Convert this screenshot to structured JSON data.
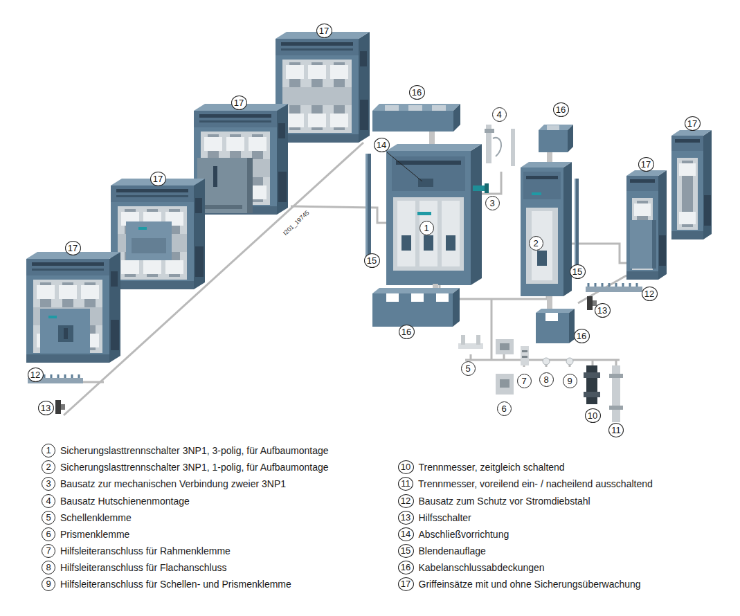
{
  "diagram": {
    "nodes": [
      {
        "text": [
          "17"
        ]
      },
      {
        "text": [
          "16"
        ]
      },
      {
        "text": [
          "17"
        ]
      },
      {
        "text": [
          "4"
        ]
      },
      {
        "text": [
          "16"
        ]
      },
      {
        "text": [
          "17"
        ]
      },
      {
        "text": [
          "14"
        ]
      },
      {
        "text": [
          "17"
        ]
      },
      {
        "text": [
          "17"
        ]
      },
      {
        "text": [
          "3"
        ]
      },
      {
        "text": [
          "1"
        ]
      },
      {
        "text": [
          "2"
        ]
      },
      {
        "text": [
          "17"
        ]
      },
      {
        "text": [
          "15"
        ]
      },
      {
        "text": [
          "15"
        ]
      },
      {
        "text": [
          "12"
        ]
      },
      {
        "text": [
          "13"
        ]
      },
      {
        "text": [
          "16"
        ]
      },
      {
        "text": [
          "16"
        ]
      },
      {
        "text": [
          "5"
        ]
      },
      {
        "text": [
          "12"
        ]
      },
      {
        "text": [
          "7"
        ]
      },
      {
        "text": [
          "8"
        ]
      },
      {
        "text": [
          "9"
        ]
      },
      {
        "text": [
          "6"
        ]
      },
      {
        "text": [
          "13"
        ]
      },
      {
        "text": [
          "10"
        ]
      },
      {
        "text": [
          "11"
        ]
      },
      {
        "text": [
          "1",
          "Sicherungslasttrennschalter 3NP1, 3-polig, für Aufbaumontage"
        ]
      },
      {
        "text": [
          "2",
          "Sicherungslasttrennschalter 3NP1, 1-polig, für Aufbaumontage"
        ]
      },
      {
        "text": [
          "3",
          "Bausatz zur mechanischen Verbindung zweier 3NP1"
        ]
      },
      {
        "text": [
          "4",
          "Bausatz Hutschienenmontage"
        ]
      },
      {
        "text": [
          "5",
          "Schellenklemme"
        ]
      },
      {
        "text": [
          "6",
          "Prismenklemme"
        ]
      },
      {
        "text": [
          "7",
          "Hilfsleiteranschluss für Rahmenklemme"
        ]
      },
      {
        "text": [
          "8",
          "Hilfsleiteranschluss für Flachanschluss"
        ]
      },
      {
        "text": [
          "9",
          "Hilfsleiteranschluss für Schellen- und Prismenklemme"
        ]
      },
      {
        "text": [
          "10",
          "Trennmesser, zeitgleich schaltend"
        ]
      },
      {
        "text": [
          "11",
          "Trennmesser, voreilend ein- / nacheilend ausschaltend"
        ]
      },
      {
        "text": [
          "12",
          "Bausatz zum Schutz vor Stromdiebstahl"
        ]
      },
      {
        "text": [
          "13",
          "Hilfsschalter"
        ]
      },
      {
        "text": [
          "14",
          "Abschließvorrichtung"
        ]
      },
      {
        "text": [
          "15",
          "Blendenauflage"
        ]
      },
      {
        "text": [
          "16",
          "Kabelanschlussabdeckungen"
        ]
      },
      {
        "text": [
          "17",
          "Griffeinsätze mit und ohne Sicherungsüberwachung"
        ]
      }
    ],
    "labels": [
      "I201_19745"
    ]
  }
}
